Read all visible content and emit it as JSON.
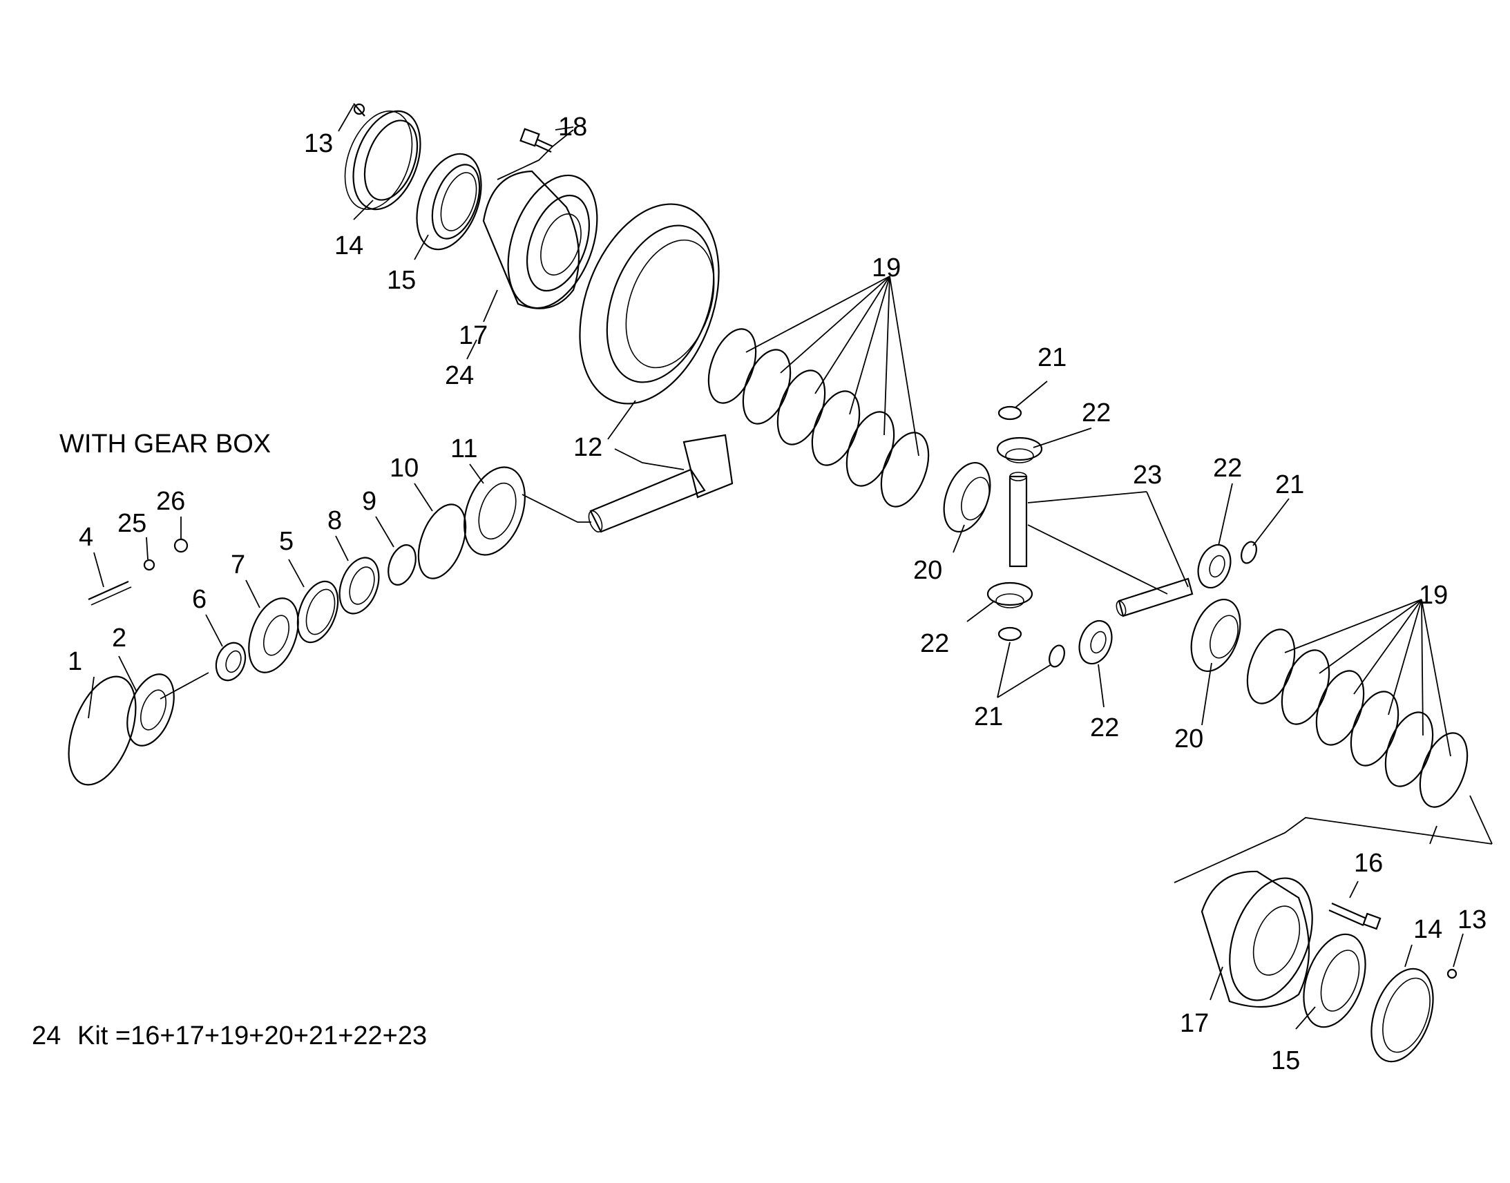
{
  "notes": {
    "with_gear_box": "WITH GEAR BOX",
    "kit_prefix": "24",
    "kit_text": "Kit =16+17+19+20+21+22+23"
  },
  "callouts": {
    "c1": "1",
    "c2": "2",
    "c4": "4",
    "c5": "5",
    "c6": "6",
    "c7": "7",
    "c8": "8",
    "c9": "9",
    "c10": "10",
    "c11": "11",
    "c12": "12",
    "c13a": "13",
    "c14a": "14",
    "c15a": "15",
    "c17a": "17",
    "c18": "18",
    "c24": "24",
    "c19a": "19",
    "c19b": "19",
    "c20a": "20",
    "c20b": "20",
    "c21a": "21",
    "c21b": "21",
    "c21c": "21",
    "c22a": "22",
    "c22b": "22",
    "c22c": "22",
    "c22d": "22",
    "c23": "23",
    "c25": "25",
    "c26": "26",
    "c16": "16",
    "c13b": "13",
    "c14b": "14",
    "c15b": "15",
    "c17b": "17"
  }
}
